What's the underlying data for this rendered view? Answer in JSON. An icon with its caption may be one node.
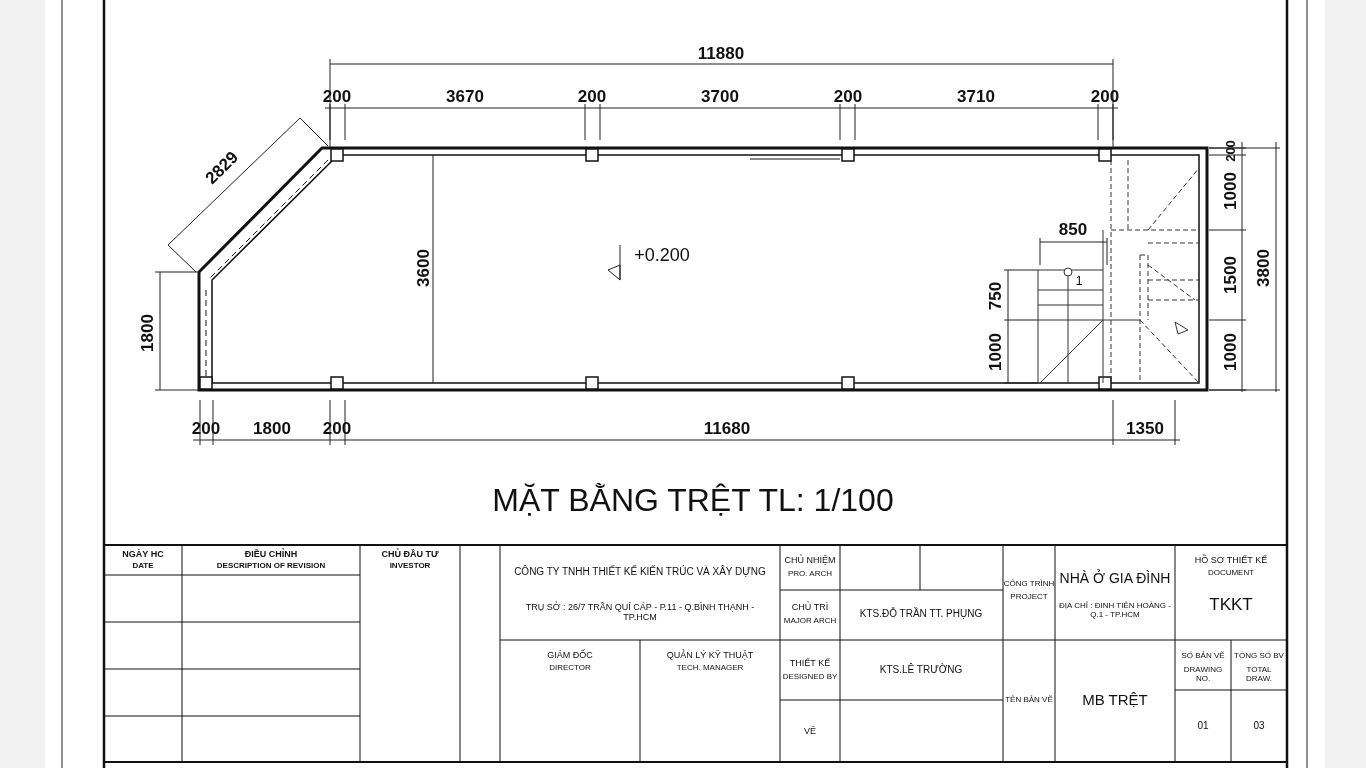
{
  "diagram": {
    "title": "MẶT BẰNG TRỆT TL: 1/100",
    "labels": [
      "11880",
      "200",
      "3670",
      "200",
      "3700",
      "200",
      "3710",
      "200",
      "2829",
      "850",
      "+0.200",
      "1",
      "200",
      "1000",
      "1500",
      "3800",
      "750",
      "1000",
      "1000",
      "3600",
      "1800",
      "200",
      "1800",
      "200",
      "11680",
      "1350",
      "NGÀY HC",
      "DATE",
      "ĐIỀU CHỈNH",
      "DESCRIPTION OF REVISION",
      "CHỦ ĐẦU TƯ",
      "INVESTOR",
      "CÔNG TY TNHH THIẾT KẾ KIẾN TRÚC VÀ XÂY DỰNG",
      "TRỤ SỞ : 26/7 TRẦN QUÍ CÁP - P.11 - Q.BÌNH THẠNH - TP.HCM",
      "CHỦ NHIỆM",
      "PRO. ARCH",
      "CHỦ TRÌ",
      "MAJOR ARCH",
      "KTS.ĐỖ TRẦN TT. PHỤNG",
      "GIÁM ĐỐC",
      "DIRECTOR",
      "QUẢN LÝ KỸ THUẬT",
      "TECH. MANAGER",
      "THIẾT KẾ",
      "DESIGNED BY",
      "KTS.LÊ TRƯỜNG",
      "VẼ",
      "CÔNG TRÌNH",
      "PROJECT",
      "NHÀ Ở GIA ĐÌNH",
      "ĐỊA CHỈ : ĐINH TIÊN HOÀNG - Q.1 - TP.HCM",
      "HỒ SƠ THIẾT KẾ",
      "DOCUMENT",
      "TKKT",
      "TÊN BẢN VẼ",
      "MB TRỆT",
      "SỐ BẢN VẼ",
      "DRAWING NO.",
      "TỔNG SỐ BV",
      "TOTAL DRAW.",
      "01",
      "03"
    ]
  }
}
